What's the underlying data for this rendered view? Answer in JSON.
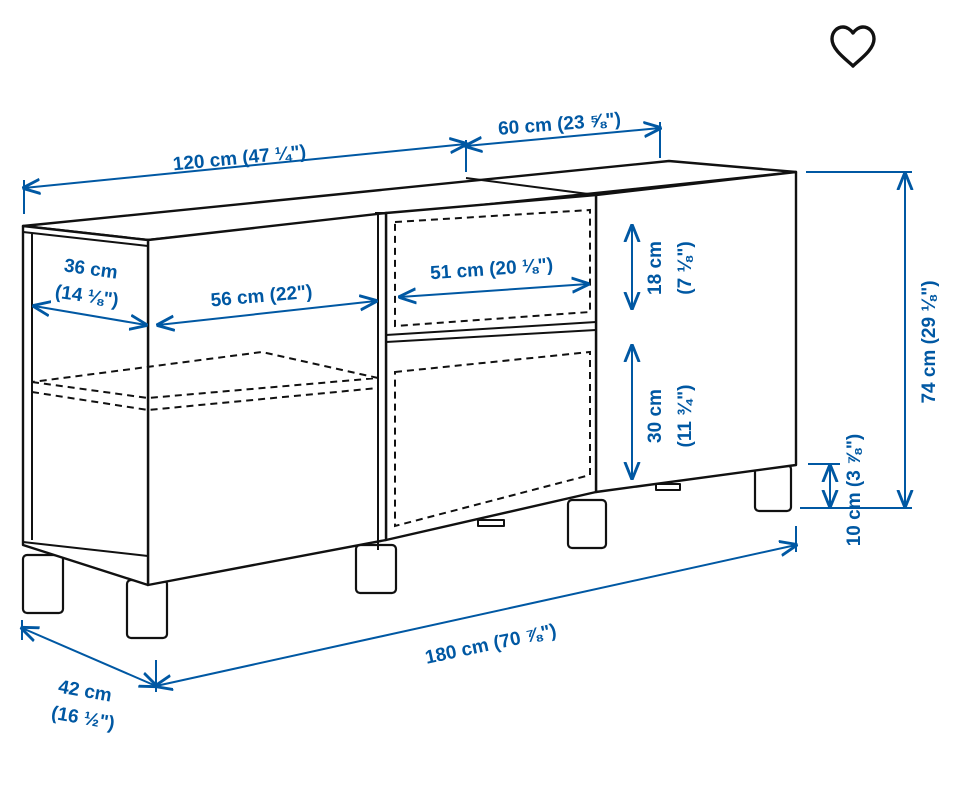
{
  "favorite": {
    "icon": "heart-outline-icon"
  },
  "colors": {
    "dimension": "#0058a3",
    "outline": "#111111",
    "background": "#ffffff"
  },
  "dimensions": {
    "top_width": "120 cm (47 ¼\")",
    "door_width": "60 cm (23 ⅝\")",
    "inner_depth_line1": "36 cm",
    "inner_depth_line2": "(14 ⅛\")",
    "compartment_width": "56 cm (22\")",
    "drawer_width": "51 cm (20 ⅛\")",
    "drawer_height_line1": "18 cm",
    "drawer_height_line2": "(7 ⅛\")",
    "door_height_line1": "30 cm",
    "door_height_line2": "(11 ¾\")",
    "total_height": "74 cm (29 ⅛\")",
    "leg_height": "10 cm (3 ⅞\")",
    "total_width": "180 cm (70 ⅞\")",
    "depth_line1": "42 cm",
    "depth_line2": "(16 ½\")"
  }
}
